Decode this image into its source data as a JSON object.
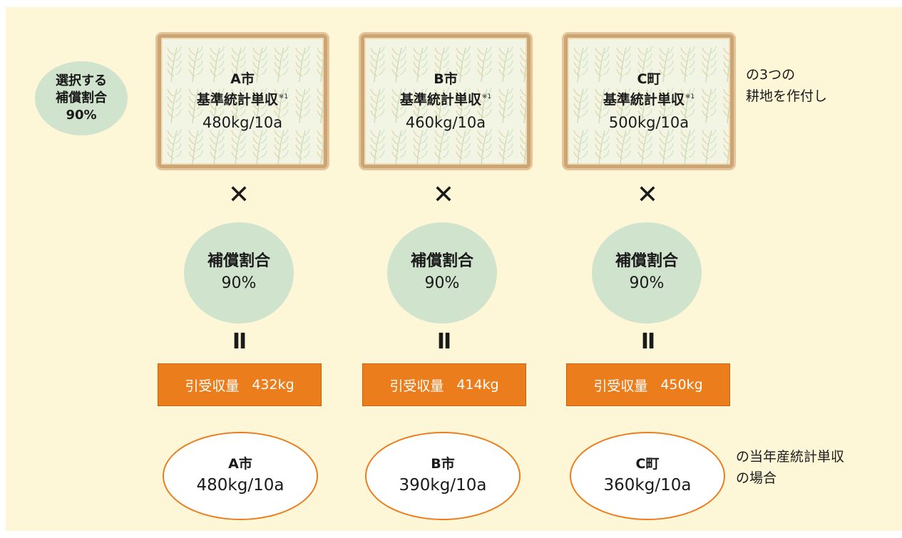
{
  "badge": {
    "line1": "選択する",
    "line2": "補償割合",
    "pct": "90%"
  },
  "right_top": {
    "line1": "の3つの",
    "line2": "耕地を作付し"
  },
  "right_bottom": {
    "line1": "の当年産統計単収",
    "line2": "の場合"
  },
  "times_symbol": "✕",
  "equals_symbol": "II",
  "note_mark": "※1",
  "columns": [
    {
      "city": "A市",
      "label": "基準統計単収",
      "base_yield": "480kg/10a",
      "ratio_label": "補償割合",
      "ratio_pct": "90%",
      "result_label": "引受収量",
      "result_value": "432kg",
      "actual_city": "A市",
      "actual_yield": "480kg/10a"
    },
    {
      "city": "B市",
      "label": "基準統計単収",
      "base_yield": "460kg/10a",
      "ratio_label": "補償割合",
      "ratio_pct": "90%",
      "result_label": "引受収量",
      "result_value": "414kg",
      "actual_city": "B市",
      "actual_yield": "390kg/10a"
    },
    {
      "city": "C町",
      "label": "基準統計単収",
      "base_yield": "500kg/10a",
      "ratio_label": "補償割合",
      "ratio_pct": "90%",
      "result_label": "引受収量",
      "result_value": "450kg",
      "actual_city": "C町",
      "actual_yield": "360kg/10a"
    }
  ],
  "colors": {
    "background": "#fdf6d7",
    "circle_green": "#cfe3cd",
    "result_orange": "#ec7d1d",
    "field_border": "#cca574"
  }
}
